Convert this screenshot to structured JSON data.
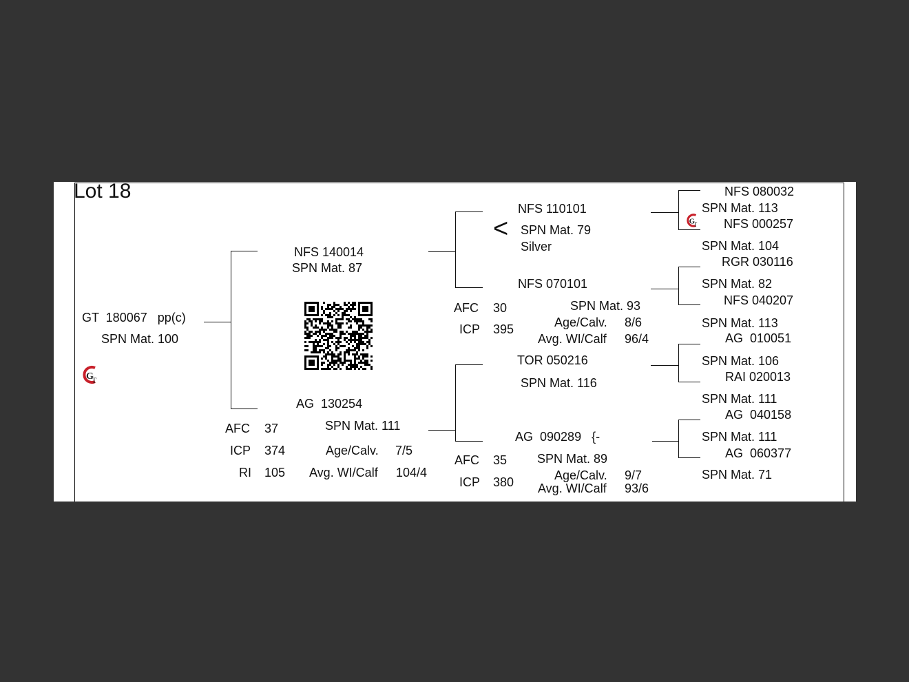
{
  "title": "Lot 18",
  "subject": {
    "id": "GT  180067   pp(c)",
    "spn": "SPN Mat. 100"
  },
  "sire": {
    "id": "NFS 140014",
    "spn": "SPN Mat. 87"
  },
  "dam": {
    "id": "AG  130254",
    "spn": "SPN Mat. 111",
    "afc_label": "AFC",
    "afc": "37",
    "icp_label": "ICP",
    "icp": "374",
    "ri_label": "RI",
    "ri": "105",
    "age_label": "Age/Calv.",
    "age": "7/5",
    "wt_label": "Avg. WI/Calf",
    "wt": "104/4"
  },
  "ss": {
    "id": "NFS 110101",
    "mark": "<",
    "spn": "SPN Mat. 79",
    "note": "Silver"
  },
  "sd": {
    "id": "NFS 070101",
    "spn": "SPN Mat. 93",
    "afc_label": "AFC",
    "afc": "30",
    "icp_label": "ICP",
    "icp": "395",
    "age_label": "Age/Calv.",
    "age": "8/6",
    "wt_label": "Avg. WI/Calf",
    "wt": "96/4"
  },
  "ds": {
    "id": "TOR 050216",
    "spn": "SPN Mat. 116"
  },
  "dd": {
    "id": "AG  090289   {-",
    "spn": "SPN Mat. 89",
    "afc_label": "AFC",
    "afc": "35",
    "icp_label": "ICP",
    "icp": "380",
    "age_label": "Age/Calv.",
    "age": "9/7",
    "wt_label": "Avg. WI/Calf",
    "wt": "93/6"
  },
  "gg": [
    {
      "id": "NFS 080032",
      "spn": "SPN Mat. 113"
    },
    {
      "id": "NFS 000257",
      "spn": "SPN Mat. 104"
    },
    {
      "id": "RGR 030116",
      "spn": "SPN Mat. 82"
    },
    {
      "id": "NFS 040207",
      "spn": "SPN Mat. 113"
    },
    {
      "id": "AG  010051",
      "spn": "SPN Mat. 106"
    },
    {
      "id": "RAI 020013",
      "spn": "SPN Mat. 111"
    },
    {
      "id": "AG  040158",
      "spn": "SPN Mat. 111"
    },
    {
      "id": "AG  060377",
      "spn": "SPN Mat. 71"
    }
  ],
  "logo_text": "GT",
  "colors": {
    "background": "#333333",
    "sheet": "#ffffff",
    "logo_red": "#c8202a"
  }
}
